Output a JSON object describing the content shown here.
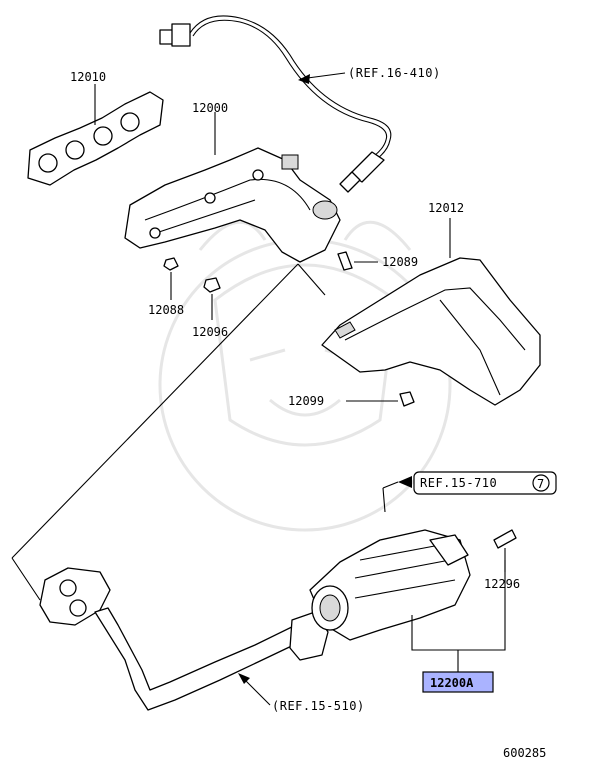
{
  "labels": {
    "p12010": "12010",
    "p12000": "12000",
    "p12012": "12012",
    "p12089": "12089",
    "p12088": "12088",
    "p12096": "12096",
    "p12099": "12099",
    "p12296": "12296",
    "p12200a": "12200A"
  },
  "refs": {
    "ref_16_410": "(REF.16-410)",
    "ref_15_710": "REF.15-710",
    "ref_15_710_circle": "7",
    "ref_15_510": "(REF.15-510)"
  },
  "footer": {
    "code": "600285"
  },
  "colors": {
    "highlight": "#aab3ff",
    "line": "#000000",
    "watermark": "#e6e6e6"
  }
}
